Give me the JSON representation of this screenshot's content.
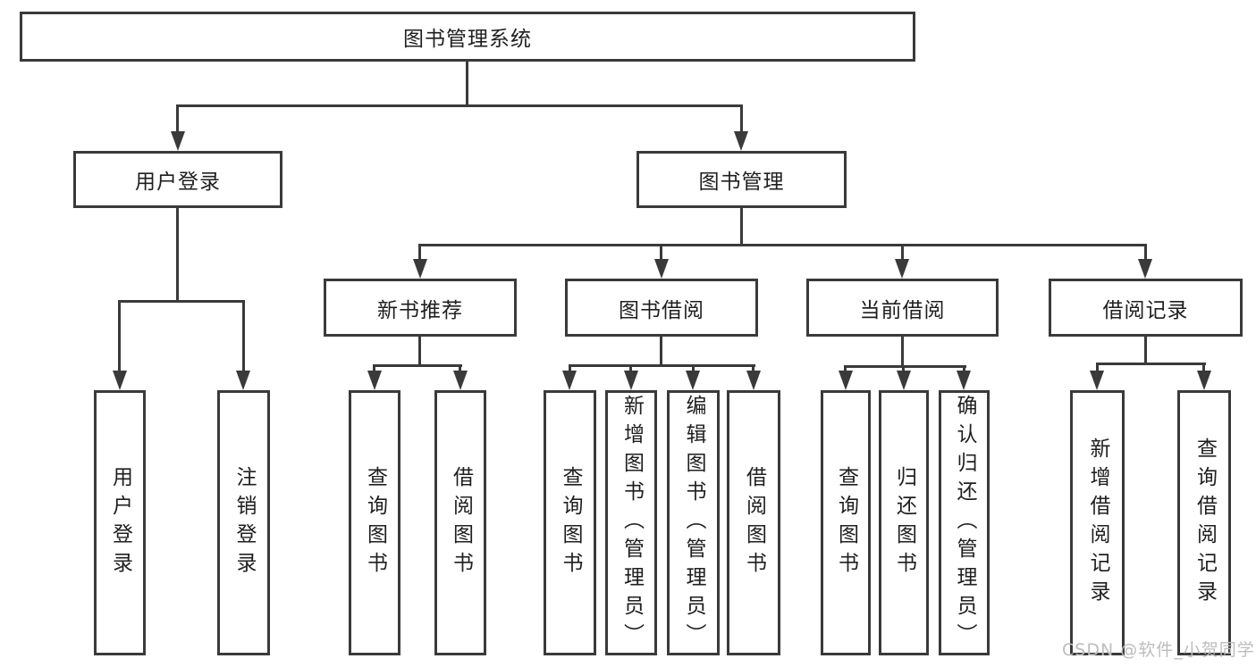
{
  "diagram": {
    "title": "图书管理系统",
    "tree": {
      "label": "图书管理系统",
      "children": [
        {
          "label": "用户登录",
          "children": [
            {
              "label": "用户登录"
            },
            {
              "label": "注销登录"
            }
          ]
        },
        {
          "label": "图书管理",
          "children": [
            {
              "label": "新书推荐",
              "children": [
                {
                  "label": "查询图书"
                },
                {
                  "label": "借阅图书"
                }
              ]
            },
            {
              "label": "图书借阅",
              "children": [
                {
                  "label": "查询图书"
                },
                {
                  "label": "新增图书（管理员）"
                },
                {
                  "label": "编辑图书（管理员）"
                },
                {
                  "label": "借阅图书"
                }
              ]
            },
            {
              "label": "当前借阅",
              "children": [
                {
                  "label": "查询图书"
                },
                {
                  "label": "归还图书"
                },
                {
                  "label": "确认归还（管理员）"
                }
              ]
            },
            {
              "label": "借阅记录",
              "children": [
                {
                  "label": "新增借阅记录"
                },
                {
                  "label": "查询借阅记录"
                }
              ]
            }
          ]
        }
      ]
    }
  },
  "watermark": {
    "text": "CSDN @软件_小贺同学"
  },
  "colors": {
    "line": "#3a3a3a",
    "text": "#1f1f1f",
    "background": "#ffffff",
    "watermark": "#bdbdbd"
  }
}
